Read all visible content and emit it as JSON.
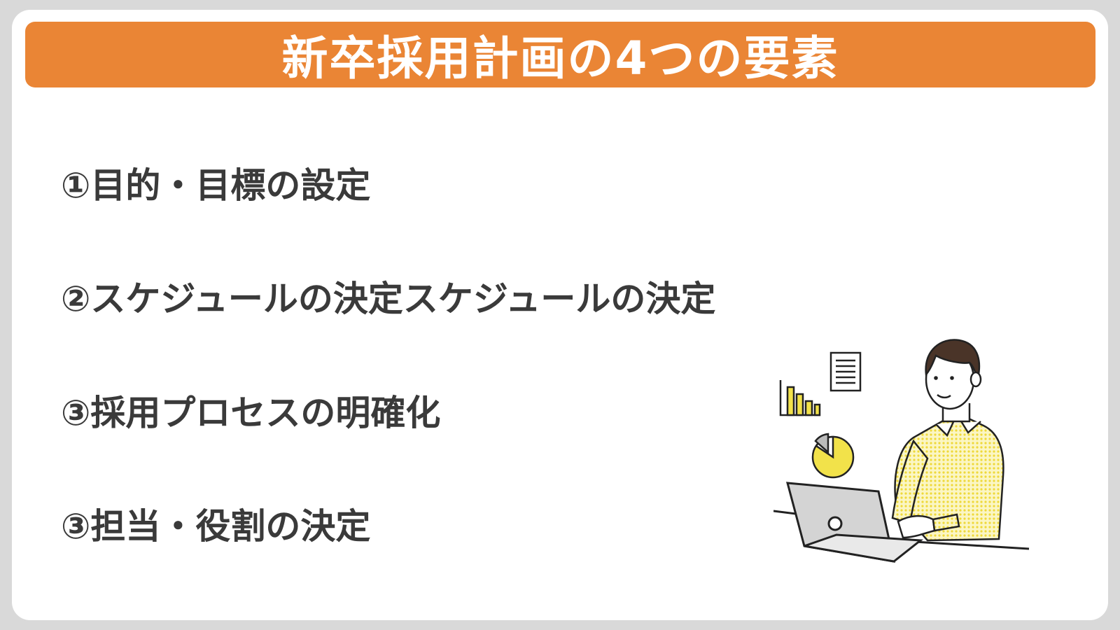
{
  "title": "新卒採用計画の4つの要素",
  "items": [
    {
      "label": "①目的・目標の設定"
    },
    {
      "label": "②スケジュールの決定スケジュールの決定"
    },
    {
      "label": "③採用プロセスの明確化"
    },
    {
      "label": "③担当・役割の決定"
    }
  ],
  "colors": {
    "background": "#d9d9d9",
    "card": "#ffffff",
    "banner": "#ea8535",
    "banner_text": "#ffffff",
    "item_text": "#3a3a3a",
    "accent_yellow": "#f2e24a"
  },
  "illustration": {
    "icons": [
      "bar-chart-icon",
      "document-icon",
      "pie-chart-icon",
      "laptop-icon"
    ]
  }
}
